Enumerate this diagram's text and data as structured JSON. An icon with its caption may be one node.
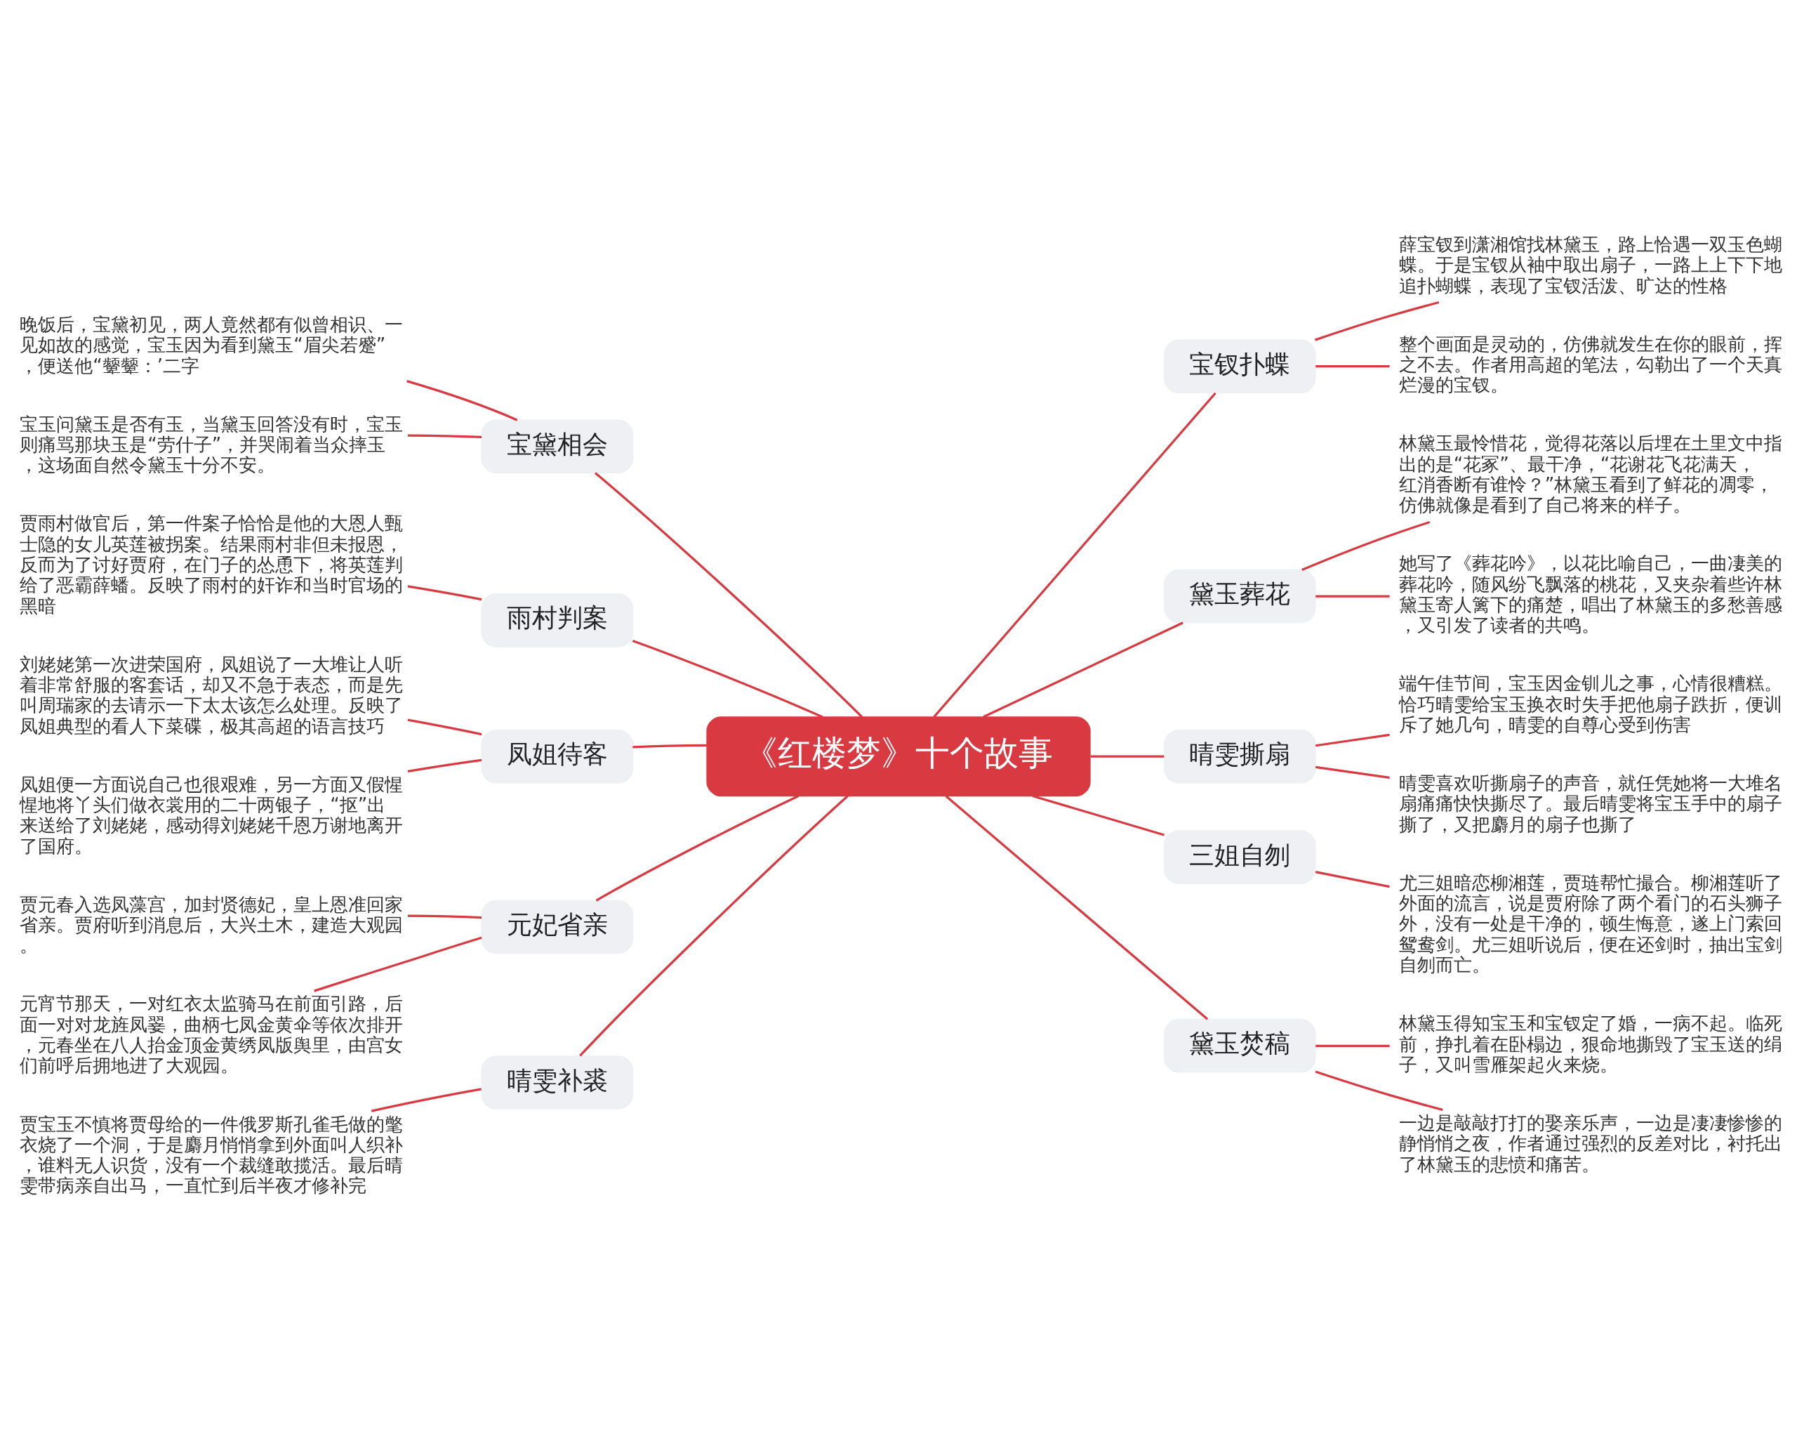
{
  "diagram": {
    "nodes": [
      {
        "text": [
          "《红楼梦》十个故事"
        ]
      },
      {
        "text": [
          "宝黛相会"
        ]
      },
      {
        "text": [
          "晚饭后，宝黛初见，两人竟然都有似曾相识、一见如故的感觉，宝玉因为看到黛玉“眉尖若蹙”，便送他“颦颦：’二字"
        ]
      },
      {
        "text": [
          "宝玉问黛玉是否有玉，当黛玉回答没有时，宝玉则痛骂那块玉是“劳什子”，并哭闹着当众摔玉，这场面自然令黛玉十分不安。"
        ]
      },
      {
        "text": [
          "雨村判案"
        ]
      },
      {
        "text": [
          "贾雨村做官后，第一件案子恰恰是他的大恩人甄士隐的女儿英莲被拐案。结果雨村非但未报恩，反而为了讨好贾府，在门子的怂恿下，将英莲判给了恶霸薛蟠。反映了雨村的奸诈和当时官场的黑暗"
        ]
      },
      {
        "text": [
          "凤姐待客"
        ]
      },
      {
        "text": [
          "刘姥姥第一次进荣国府，凤姐说了一大堆让人听着非常舒服的客套话，却又不急于表态，而是先叫周瑞家的去请示一下太太该怎么处理。反映了凤姐典型的看人下菜碟，极其高超的语言技巧"
        ]
      },
      {
        "text": [
          "凤姐便一方面说自己也很艰难，另一方面又假惺惺地将丫头们做衣裳用的二十两银子，“抠”出来送给了刘姥姥，感动得刘姥姥千恩万谢地离开了国府。"
        ]
      },
      {
        "text": [
          "元妃省亲"
        ]
      },
      {
        "text": [
          "贾元春入选凤藻宫，加封贤德妃，皇上恩准回家省亲。贾府听到消息后，大兴土木，建造大观园。"
        ]
      },
      {
        "text": [
          "元宵节那天，一对红衣太监骑马在前面引路，后面一对对龙旌凤翣，曲柄七凤金黄伞等依次排开，元春坐在八人抬金顶金黄绣凤版舆里，由宫女们前呼后拥地进了大观园。"
        ]
      },
      {
        "text": [
          "晴雯补裘"
        ]
      },
      {
        "text": [
          "贾宝玉不慎将贾母给的一件俄罗斯孔雀毛做的氅衣烧了一个洞，于是麝月悄悄拿到外面叫人织补，谁料无人识货，没有一个裁缝敢揽活。最后晴雯带病亲自出马，一直忙到后半夜才修补完"
        ]
      },
      {
        "text": [
          "宝钗扑蝶"
        ]
      },
      {
        "text": [
          "薛宝钗到潇湘馆找林黛玉，路上恰遇一双玉色蝴蝶。于是宝钗从袖中取出扇子，一路上上下下地追扑蝴蝶，表现了宝钗活泼、旷达的性格"
        ]
      },
      {
        "text": [
          "整个画面是灵动的，仿佛就发生在你的眼前，挥之不去。作者用高超的笔法，勾勒出了一个天真烂漫的宝钗。"
        ]
      },
      {
        "text": [
          "黛玉葬花"
        ]
      },
      {
        "text": [
          "林黛玉最怜惜花，觉得花落以后埋在土里文中指出的是“花冢”、最干净，“花谢花飞花满天，红消香断有谁怜？”林黛玉看到了鲜花的凋零，仿佛就像是看到了自己将来的样子。"
        ]
      },
      {
        "text": [
          "她写了《葬花吟》，以花比喻自己，一曲凄美的葬花吟，随风纷飞飘落的桃花，又夹杂着些许林黛玉寄人篱下的痛楚，唱出了林黛玉的多愁善感，又引发了读者的共鸣。"
        ]
      },
      {
        "text": [
          "晴雯撕扇"
        ]
      },
      {
        "text": [
          "端午佳节间，宝玉因金钏儿之事，心情很糟糕。恰巧晴雯给宝玉换衣时失手把他扇子跌折，便训斥了她几句，晴雯的自尊心受到伤害"
        ]
      },
      {
        "text": [
          "晴雯喜欢听撕扇子的声音，就任凭她将一大堆名扇痛痛快快撕尽了。最后晴雯将宝玉手中的扇子撕了，又把麝月的扇子也撕了"
        ]
      },
      {
        "text": [
          "三姐自刎"
        ]
      },
      {
        "text": [
          "尤三姐暗恋柳湘莲，贾琏帮忙撮合。柳湘莲听了外面的流言，说是贾府除了两个看门的石头狮子外，没有一处是干净的，顿生悔意，遂上门索回鸳鸯剑。尤三姐听说后，便在还剑时，抽出宝剑自刎而亡。"
        ]
      },
      {
        "text": [
          "黛玉焚稿"
        ]
      },
      {
        "text": [
          "林黛玉得知宝玉和宝钗定了婚，一病不起。临死前，挣扎着在卧榻边，狠命地撕毁了宝玉送的绢子，又叫雪雁架起火来烧。"
        ]
      },
      {
        "text": [
          "一边是敲敲打打的娶亲乐声，一边是凄凄惨惨的静悄悄之夜，作者通过强烈的反差对比，衬托出了林黛玉的悲愤和痛苦。"
        ]
      }
    ],
    "edges": [
      {
        "from": 0,
        "to": 1,
        "arrow": "none"
      },
      {
        "from": 1,
        "to": 2,
        "arrow": "none"
      },
      {
        "from": 1,
        "to": 3,
        "arrow": "none"
      },
      {
        "from": 0,
        "to": 4,
        "arrow": "none"
      },
      {
        "from": 4,
        "to": 5,
        "arrow": "none"
      },
      {
        "from": 0,
        "to": 6,
        "arrow": "none"
      },
      {
        "from": 6,
        "to": 7,
        "arrow": "none"
      },
      {
        "from": 6,
        "to": 8,
        "arrow": "none"
      },
      {
        "from": 0,
        "to": 9,
        "arrow": "none"
      },
      {
        "from": 9,
        "to": 10,
        "arrow": "none"
      },
      {
        "from": 9,
        "to": 11,
        "arrow": "none"
      },
      {
        "from": 0,
        "to": 12,
        "arrow": "none"
      },
      {
        "from": 12,
        "to": 13,
        "arrow": "none"
      },
      {
        "from": 0,
        "to": 14,
        "arrow": "none"
      },
      {
        "from": 14,
        "to": 15,
        "arrow": "none"
      },
      {
        "from": 14,
        "to": 16,
        "arrow": "none"
      },
      {
        "from": 0,
        "to": 17,
        "arrow": "none"
      },
      {
        "from": 17,
        "to": 18,
        "arrow": "none"
      },
      {
        "from": 17,
        "to": 19,
        "arrow": "none"
      },
      {
        "from": 0,
        "to": 20,
        "arrow": "none"
      },
      {
        "from": 20,
        "to": 21,
        "arrow": "none"
      },
      {
        "from": 20,
        "to": 22,
        "arrow": "none"
      },
      {
        "from": 0,
        "to": 23,
        "arrow": "none"
      },
      {
        "from": 23,
        "to": 24,
        "arrow": "none"
      },
      {
        "from": 0,
        "to": 25,
        "arrow": "none"
      },
      {
        "from": 25,
        "to": 26,
        "arrow": "none"
      },
      {
        "from": 25,
        "to": 27,
        "arrow": "none"
      }
    ]
  }
}
